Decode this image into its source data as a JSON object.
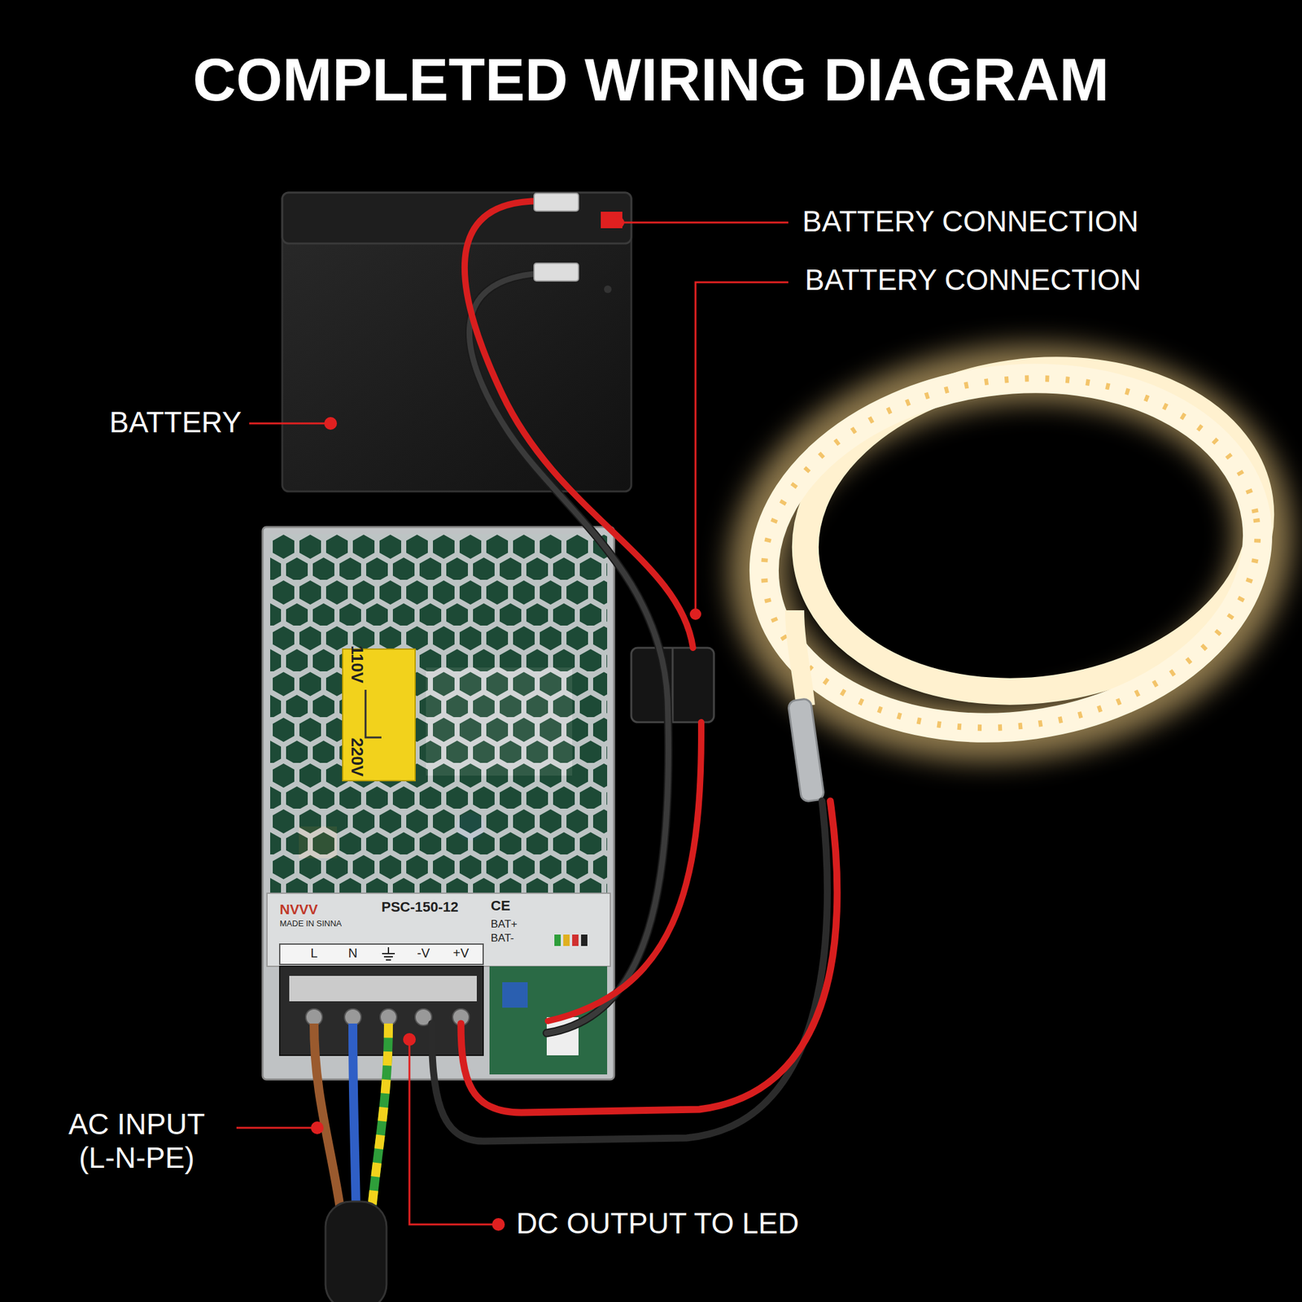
{
  "diagram": {
    "title": "COMPLETED WIRING DIAGRAM",
    "labels": [
      "BATTERY CONNECTION",
      "BATTERY CONNECTION",
      "BATTERY",
      "AC INPUT (L-N-PE)",
      "DC OUTPUT TO LED",
      "110V",
      "220V",
      "NVVV",
      "MADE IN SINNA",
      "PSC-150-12",
      "CE",
      "L",
      "N",
      "-V",
      "+V",
      "BAT+",
      "BAT-"
    ]
  }
}
